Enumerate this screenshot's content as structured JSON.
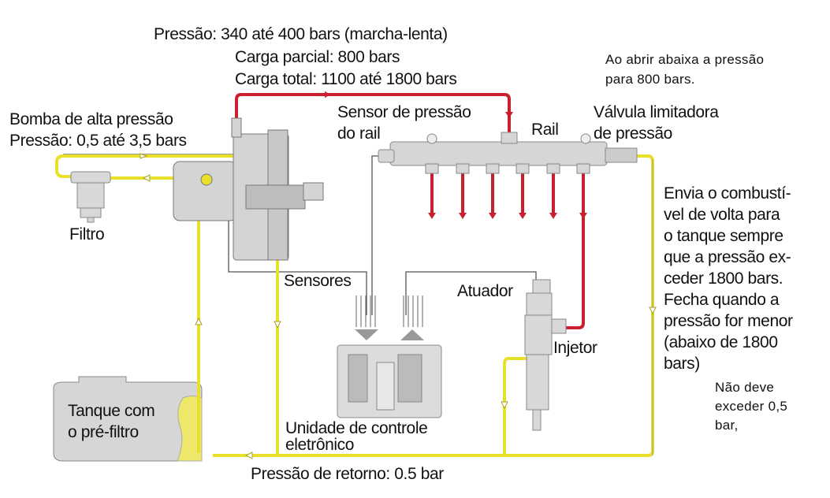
{
  "title_pressure": {
    "line1": "Pressão: 340 até 400 bars (marcha-lenta)",
    "line2": "Carga parcial: 800 bars",
    "line3": "Carga total: 1100 até 1800 bars"
  },
  "valve_note": {
    "line1": "Ao abrir abaixa a pressão",
    "line2": "para 800 bars."
  },
  "pump": {
    "line1": "Bomba de alta pressão",
    "line2": "Pressão: 0,5 até 3,5 bars"
  },
  "rail_sensor": {
    "line1": "Sensor de pressão",
    "line2": "do rail"
  },
  "rail": "Rail",
  "valve": {
    "line1": "Válvula limitadora",
    "line2": "de pressão"
  },
  "filter": "Filtro",
  "return_note": [
    "Envia o combustí-",
    "vel de volta para",
    "o tanque sempre",
    "que a pressão ex-",
    "ceder 1800 bars.",
    "Fecha quando a",
    "pressão for menor",
    "(abaixo de 1800",
    "bars)"
  ],
  "sensors": "Sensores",
  "actuator": "Atuador",
  "injector": "Injetor",
  "limit_note": [
    "Não deve",
    "exceder 0,5",
    "bar,"
  ],
  "tank": {
    "line1": "Tanque com",
    "line2": "o pré-filtro"
  },
  "ecu": {
    "line1": "Unidade de controle",
    "line2": "eletrônico"
  },
  "return_pressure": "Pressão de retorno: 0.5 bar",
  "colors": {
    "high_pressure": "#c8202e",
    "low_pressure": "#e8e02a",
    "component": "#d4d4d4",
    "wire": "#555555"
  }
}
